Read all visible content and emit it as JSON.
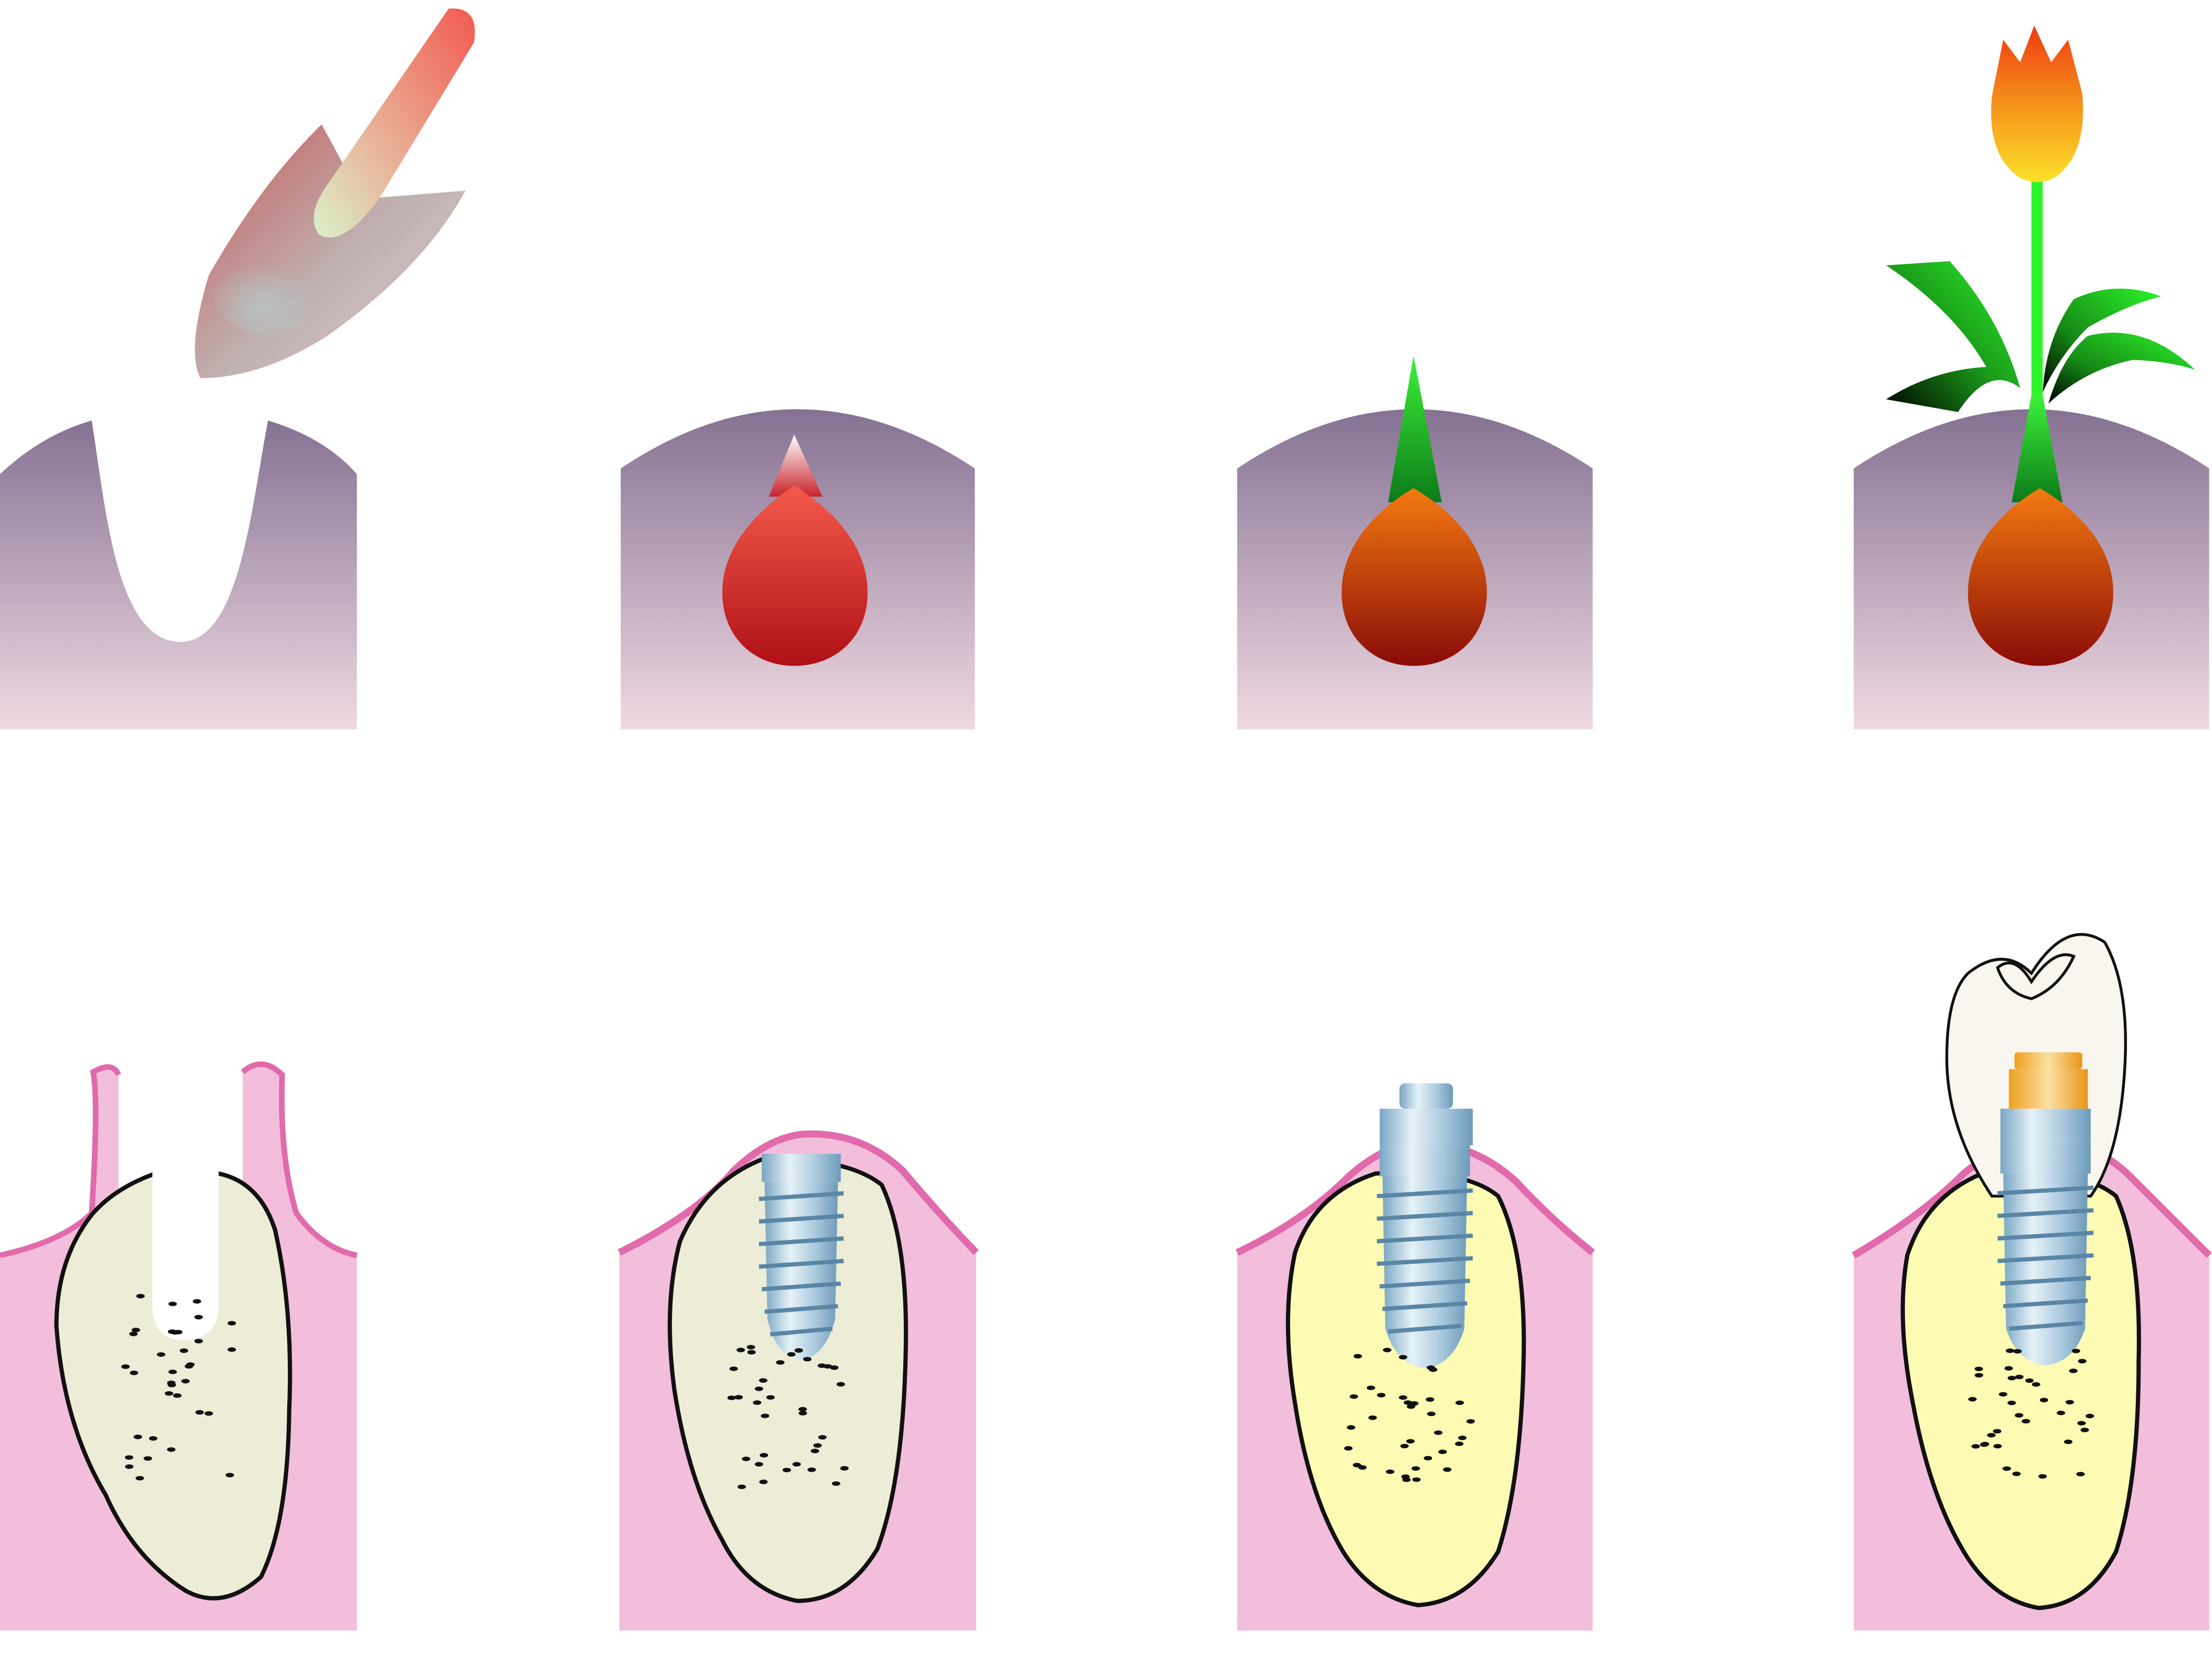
{
  "diagram": {
    "rows": [
      {
        "id": "garden",
        "stages": [
          "dig-hole",
          "plant-bulb",
          "sprout",
          "flower"
        ]
      },
      {
        "id": "dental",
        "stages": [
          "extraction-socket",
          "implant-placed",
          "healing-abutment",
          "crown"
        ]
      }
    ]
  },
  "colors": {
    "soil_top": "#857293",
    "soil_bottom": "#f0d9e2",
    "gum": "#f2bedc",
    "gum_edge": "#e16aac",
    "bone_pale": "#ececd7",
    "bone_yellow": "#fdfbb3",
    "bulb_red": "#c0181c",
    "bulb_orange": "#e8620f",
    "stem_green": "#2df52a",
    "metal_light": "#d8e9f3",
    "metal_dark": "#6d9bbb",
    "crown_fill": "#f8f6ee",
    "abutment_gold": "#f2a828"
  }
}
